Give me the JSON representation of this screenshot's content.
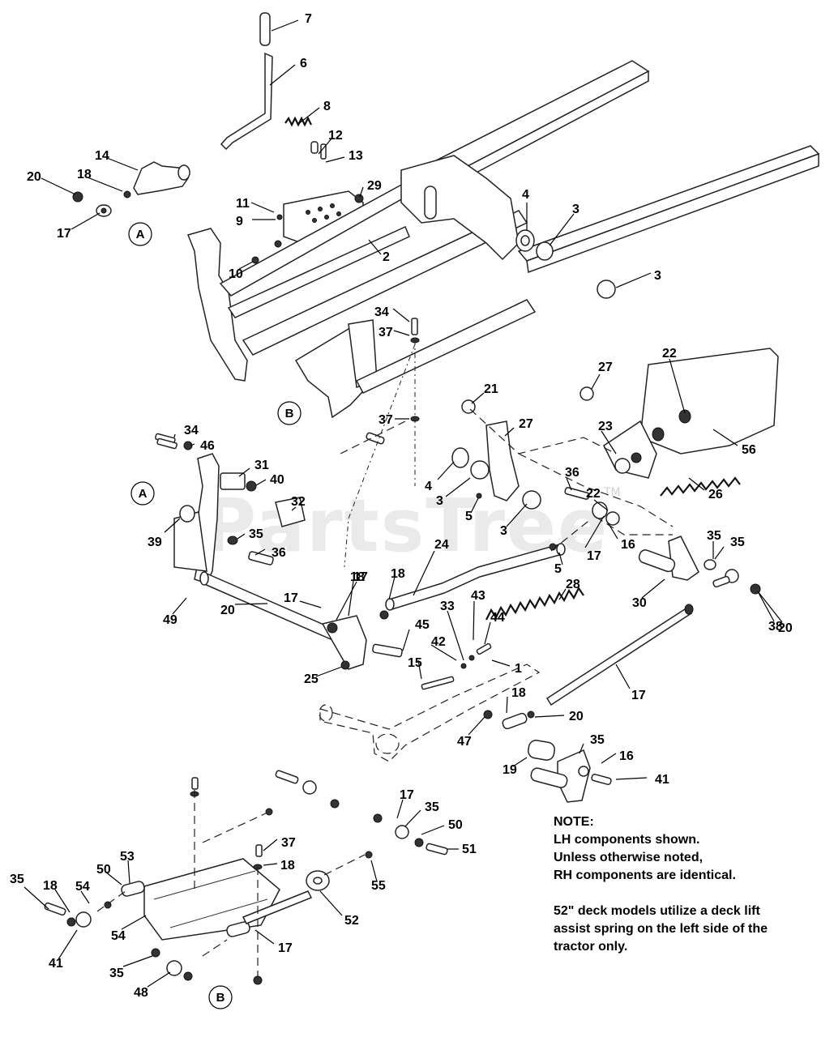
{
  "watermark": {
    "text": "PartsTree",
    "mark": "TM"
  },
  "reference_markers": [
    {
      "id": "A-top",
      "label": "A"
    },
    {
      "id": "B-mid",
      "label": "B"
    },
    {
      "id": "A-mid",
      "label": "A"
    },
    {
      "id": "B-bottom",
      "label": "B"
    }
  ],
  "callouts": [
    "7",
    "6",
    "8",
    "12",
    "13",
    "14",
    "20",
    "18",
    "17",
    "29",
    "11",
    "9",
    "2",
    "10",
    "4",
    "3",
    "3",
    "34",
    "37",
    "37",
    "27",
    "21",
    "27",
    "22",
    "23",
    "56",
    "34",
    "46",
    "31",
    "40",
    "32",
    "4",
    "3",
    "5",
    "3",
    "36",
    "22",
    "26",
    "39",
    "35",
    "36",
    "24",
    "16",
    "35",
    "17",
    "30",
    "17",
    "18",
    "5",
    "49",
    "20",
    "17",
    "18",
    "28",
    "20",
    "35",
    "38",
    "45",
    "43",
    "44",
    "33",
    "42",
    "15",
    "1",
    "25",
    "17",
    "18",
    "20",
    "47",
    "35",
    "16",
    "19",
    "41",
    "17",
    "35",
    "50",
    "51",
    "37",
    "18",
    "55",
    "52",
    "53",
    "50",
    "35",
    "18",
    "54",
    "54",
    "17",
    "41",
    "35",
    "48"
  ],
  "note": {
    "heading": "NOTE:",
    "lines": [
      "LH components shown.",
      "Unless otherwise noted,",
      "RH components are identical."
    ],
    "lines2": [
      "52\" deck models utilize a deck lift",
      "assist spring on the left side of the",
      "tractor only."
    ]
  }
}
